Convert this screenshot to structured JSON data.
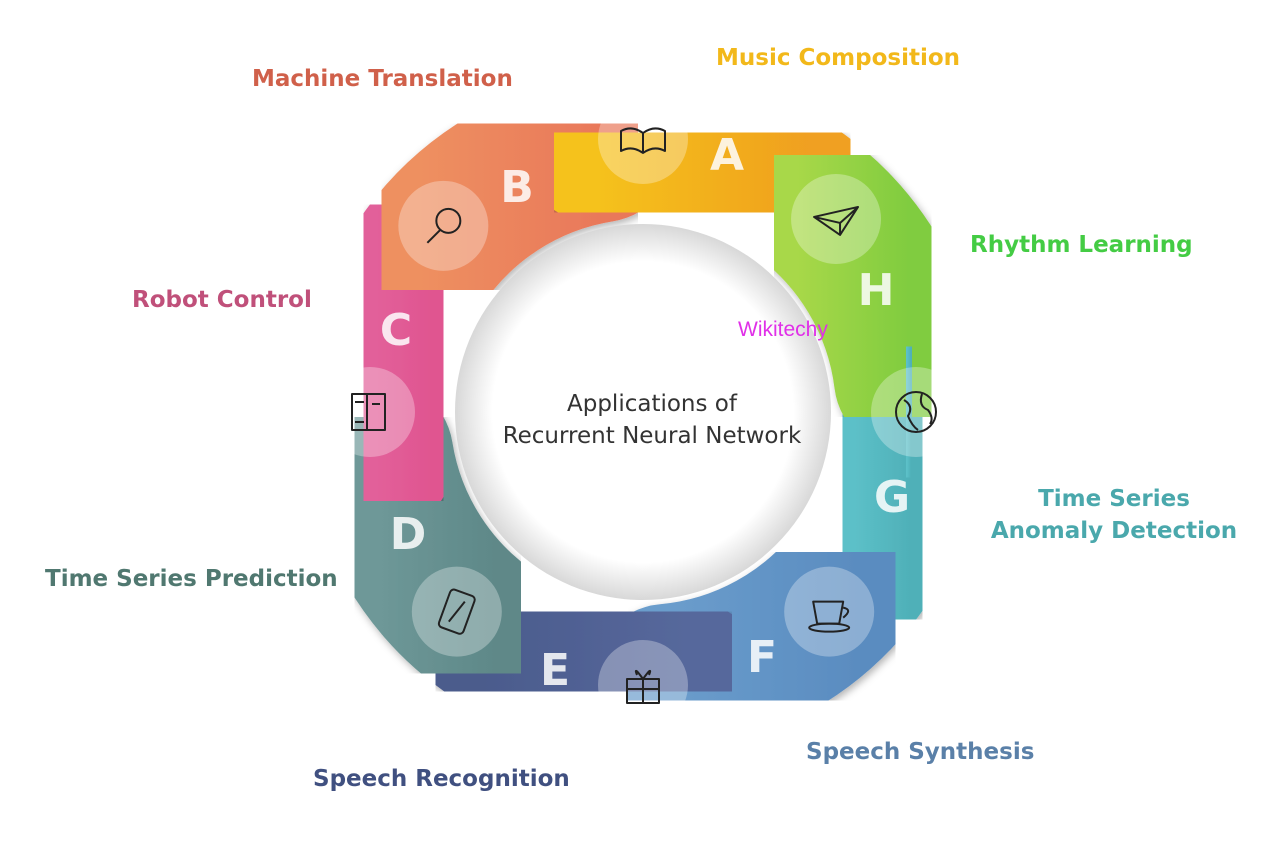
{
  "title_line1": "Applications of",
  "title_line2": "Recurrent Neural Network",
  "watermark": "Wikitechy",
  "segments": [
    {
      "letter": "A",
      "label": "Music Composition",
      "color": "#f5c21b",
      "color2": "#f0a020",
      "label_color": "#f2b81a",
      "icon": "open-book-icon"
    },
    {
      "letter": "B",
      "label": "Machine Translation",
      "color": "#ee9060",
      "color2": "#e9785a",
      "label_color": "#d0604a",
      "icon": "magnifier-icon"
    },
    {
      "letter": "C",
      "label": "Robot Control",
      "color": "#e2609a",
      "color2": "#e05590",
      "label_color": "#c0507a",
      "icon": "books-icon"
    },
    {
      "letter": "D",
      "label": "Time Series Prediction",
      "color": "#6e9898",
      "color2": "#5e8888",
      "label_color": "#507870",
      "icon": "tablet-icon"
    },
    {
      "letter": "E",
      "label": "Speech Recognition",
      "color": "#4b5b8c",
      "color2": "#56689c",
      "label_color": "#405080",
      "icon": "gift-icon"
    },
    {
      "letter": "F",
      "label": "Speech Synthesis",
      "color": "#6b9dcc",
      "color2": "#5a8cc0",
      "label_color": "#5a80a8",
      "icon": "coffee-cup-icon"
    },
    {
      "letter": "G",
      "label_line1": "Time Series",
      "label_line2": "Anomaly Detection",
      "color": "#5cc0c8",
      "color2": "#4fb0b8",
      "label_color": "#4aa8ac",
      "icon": "globe-icon"
    },
    {
      "letter": "H",
      "label": "Rhythm Learning",
      "color": "#a8d848",
      "color2": "#80cc40",
      "label_color": "#44cc44",
      "icon": "paper-plane-icon"
    }
  ]
}
